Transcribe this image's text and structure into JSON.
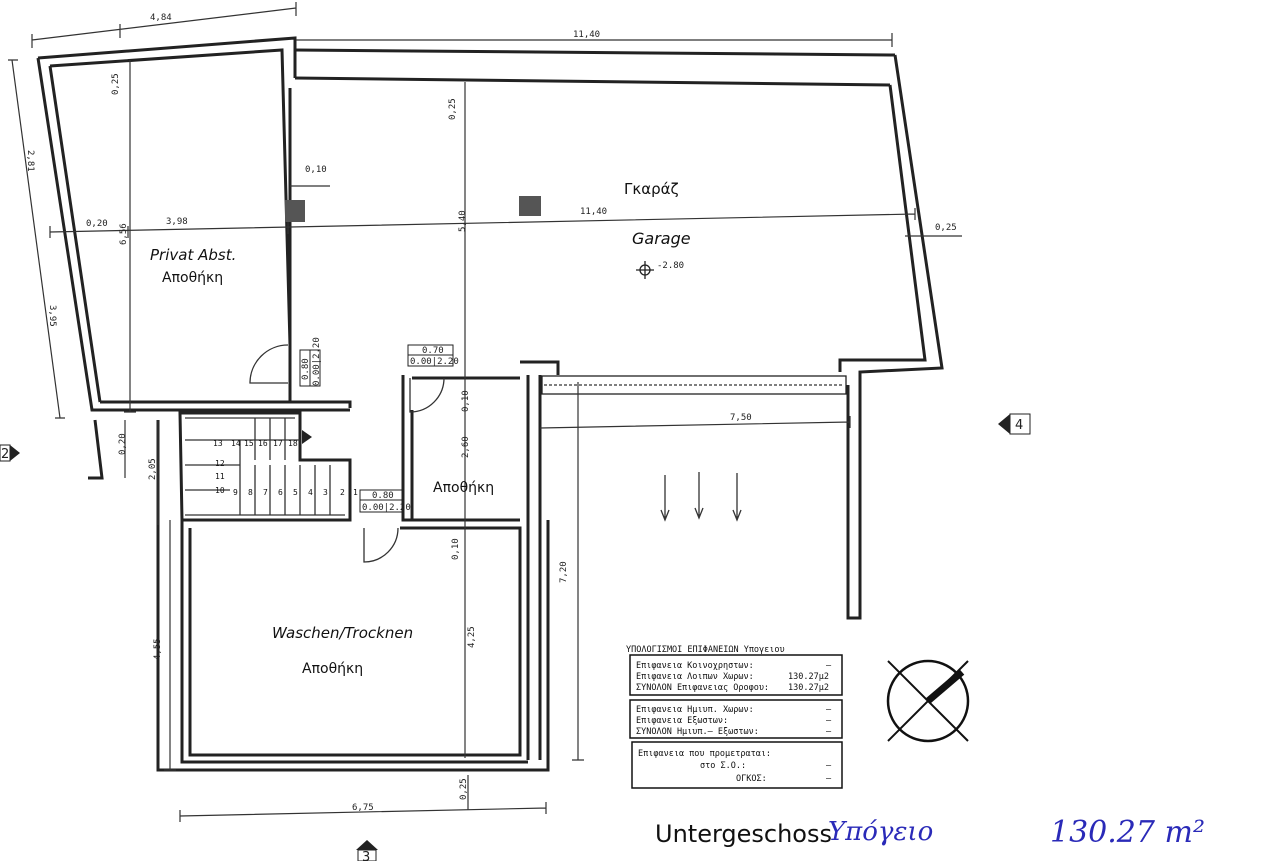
{
  "rooms": {
    "storage_private": {
      "de": "Privat Abst.",
      "gr": "Αποθήκη"
    },
    "garage": {
      "gr": "Γκαράζ",
      "de": "Garage",
      "level": "-2.80"
    },
    "storage_small": {
      "gr": "Αποθήκη"
    },
    "laundry": {
      "de": "Waschen/Trocknen",
      "gr": "Αποθήκη"
    }
  },
  "dimensions": {
    "d484": "4,84",
    "d1140_top": "11,40",
    "d281": "2,81",
    "d025_a": "0,25",
    "d025_b": "0,25",
    "d010_a": "0,10",
    "d020_a": "0,20",
    "d398": "3,98",
    "d656": "6,56",
    "d540": "5,40",
    "d1140_mid": "11,40",
    "d025_right": "0,25",
    "d395": "3,95",
    "d020_b": "0,20",
    "d205": "2,05",
    "d750": "7,50",
    "d010_b": "0,10",
    "d260": "2,60",
    "d010_c": "0,10",
    "d720": "7,20",
    "d455": "4,55",
    "d425": "4,25",
    "d025_bottom": "0,25",
    "d675": "6,75"
  },
  "doors": {
    "door1": {
      "w": "0.80",
      "h": "0.00|2.20"
    },
    "door2": {
      "w": "0.70",
      "h": "0.00|2.20"
    },
    "door3": {
      "w": "0.80",
      "h": "0.00|2.20"
    }
  },
  "stairs": {
    "steps_top": [
      "13",
      "14",
      "15",
      "16",
      "17",
      "18"
    ],
    "steps_bottom": [
      "10",
      "9",
      "8",
      "7",
      "6",
      "5",
      "4",
      "3",
      "2",
      "1"
    ],
    "steps_side": [
      "12",
      "11"
    ]
  },
  "section_markers": {
    "left": "2",
    "right": "4",
    "bottom": "3"
  },
  "table": {
    "title": "ΥΠΟΛΟΓΙΣΜΟΙ ΕΠΙΦΑΝΕΙΩΝ Υπογειου",
    "rows_a": [
      {
        "label": "Επιφανεια Κοινοχρηστων:",
        "value": "–"
      },
      {
        "label": "Επιφανεια Λοιπων Χωρων:",
        "value": "130.27μ2"
      },
      {
        "label": "ΣΥΝΟΛΟΝ Επιφανειας Οροφου:",
        "value": "130.27μ2"
      }
    ],
    "rows_b": [
      {
        "label": "Επιφανεια Ημιυπ. Χωρων:",
        "value": "–"
      },
      {
        "label": "Επιφανεια Εξωστων:",
        "value": "–"
      },
      {
        "label": "ΣΥΝΟΛΟΝ Ημιυπ.– Εξωστων:",
        "value": "–"
      }
    ],
    "rows_c": [
      {
        "label": "Επιφανεια που προμετραται:",
        "value": ""
      },
      {
        "label": "στο Σ.Ο.:",
        "value": "–"
      },
      {
        "label": "ΟΓΚΟΣ:",
        "value": "–"
      }
    ]
  },
  "caption": {
    "title": "Untergeschoss",
    "handwritten_level": "Υπόγειο",
    "handwritten_area": "130.27 m²"
  }
}
